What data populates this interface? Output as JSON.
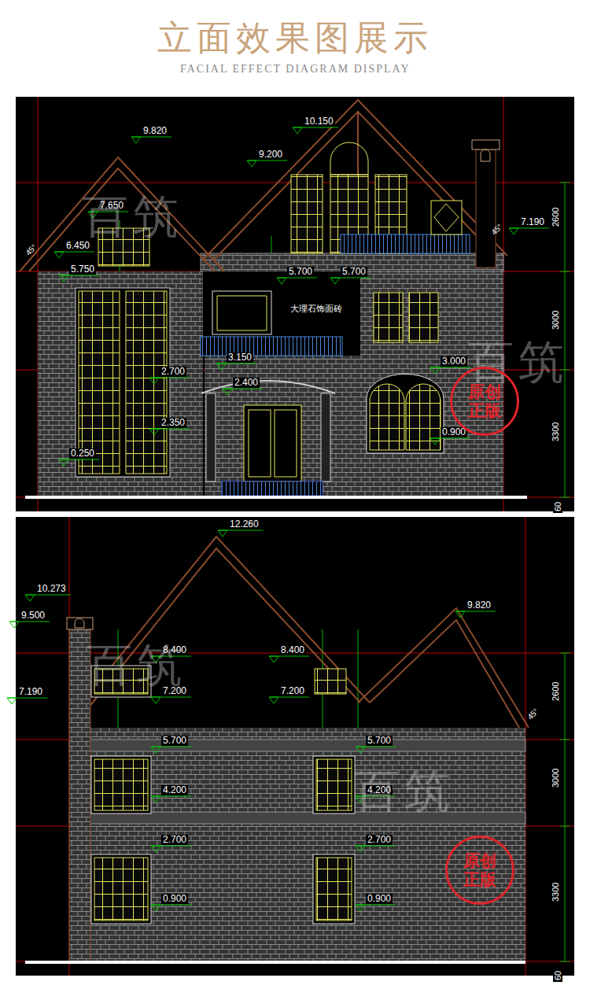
{
  "diagram": {
    "title": "立面效果图展示",
    "caption": "FACIAL EFFECT DIAGRAM DISPLAY",
    "nodes": [
      {
        "text": [
          "原创",
          "正版"
        ]
      },
      {
        "text": [
          "原创",
          "正版"
        ]
      }
    ],
    "labels": [
      "9.820",
      "10.150",
      "9.200",
      "7.650",
      "6.450",
      "5.750",
      "5.700",
      "5.700",
      "7.190",
      "2600",
      "3000",
      "3300",
      "大理石饰面砖",
      "3.150",
      "2.700",
      "2.400",
      "2.350",
      "3.000",
      "0.900",
      "0.250",
      "45°",
      "45°",
      "60",
      "百筑",
      "百筑",
      "12.260",
      "10.273",
      "9.500",
      "9.820",
      "7.190",
      "8.400",
      "8.400",
      "7.200",
      "7.200",
      "5.700",
      "5.700",
      "4.200",
      "4.200",
      "2.700",
      "2.700",
      "0.900",
      "0.900",
      "2600",
      "3000",
      "3300",
      "45°",
      "60",
      "百筑",
      "百筑"
    ]
  }
}
